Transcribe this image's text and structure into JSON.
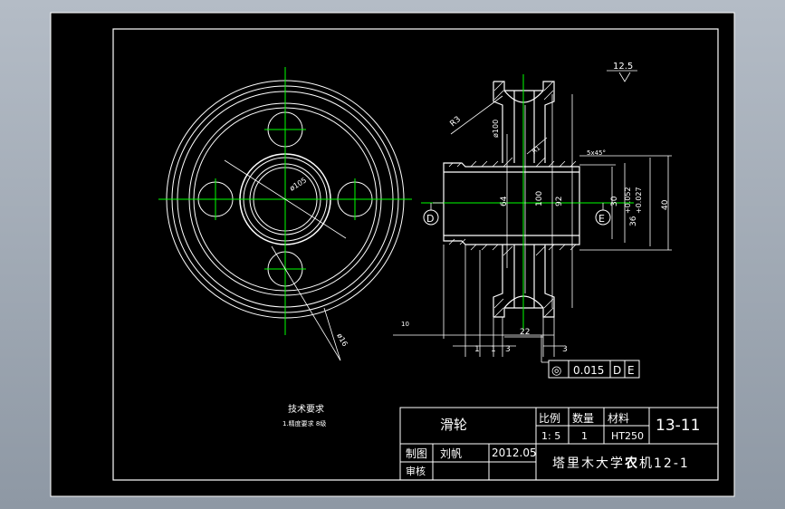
{
  "view_labels": {
    "section_d": "D",
    "section_e": "E"
  },
  "roughness": "12.5",
  "dims": {
    "d105": "ø105",
    "d16": "ø16",
    "r3": "R3",
    "d100_small": "ø100",
    "r_tip": "R1",
    "chamfer": "5x45°",
    "d36": "36",
    "tol_upper": "+0.052",
    "tol_lower": "+0.027",
    "d40": "40",
    "d30": "30",
    "d64": "64",
    "d100": "100",
    "d92": "92",
    "w10": "10",
    "w1": "1",
    "w1b": "1",
    "w3": "3",
    "w3b": "3",
    "w22": "22"
  },
  "gdt": {
    "symbol": "◎",
    "value": "0.015",
    "datum1": "D",
    "datum2": "E"
  },
  "tech_notes": {
    "title": "技术要求",
    "line1": "1.精度要求 8级"
  },
  "title_block": {
    "part_name": "滑轮",
    "h_scale": "比例",
    "h_qty": "数量",
    "h_material": "材料",
    "scale": "1: 5",
    "qty": "1",
    "material": "HT250",
    "drawing_no": "13-11",
    "drawn_label": "制图",
    "drawn_by": "刘帆",
    "date": "2012.05",
    "check_label": "审核",
    "school_prefix": "塔里木大学",
    "school_bold": "农",
    "school_suffix": "机12-1"
  },
  "colors": {
    "paper": "#000000",
    "line": "#ffffff",
    "center": "#00ff00",
    "dim": "#ffffff",
    "hatch": "#ffffff"
  }
}
